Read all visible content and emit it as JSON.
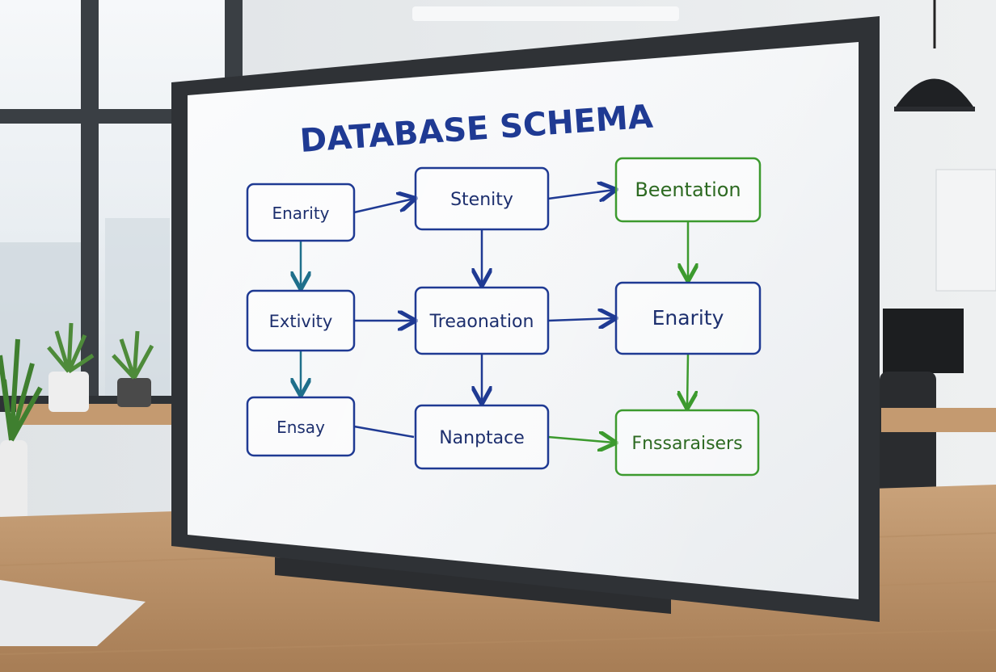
{
  "board": {
    "title": "DATABASE SCHEMA",
    "colors": {
      "blue": "#1f3a93",
      "green": "#3c9a2e",
      "teal": "#1f6f8b"
    },
    "nodes": [
      {
        "id": "n1",
        "label": "Enarity",
        "color": "blue"
      },
      {
        "id": "n2",
        "label": "Stenity",
        "color": "blue"
      },
      {
        "id": "n3",
        "label": "Beentation",
        "color": "green"
      },
      {
        "id": "n4",
        "label": "Extivity",
        "color": "blue"
      },
      {
        "id": "n5",
        "label": "Treaonation",
        "color": "blue"
      },
      {
        "id": "n6",
        "label": "Enarity",
        "color": "blue"
      },
      {
        "id": "n7",
        "label": "Ensay",
        "color": "blue"
      },
      {
        "id": "n8",
        "label": "Nanptace",
        "color": "blue"
      },
      {
        "id": "n9",
        "label": "Fnssaraisers",
        "color": "green"
      }
    ],
    "edges": [
      {
        "from": "n1",
        "to": "n2",
        "color": "blue"
      },
      {
        "from": "n2",
        "to": "n3",
        "color": "blue"
      },
      {
        "from": "n4",
        "to": "n5",
        "color": "blue"
      },
      {
        "from": "n5",
        "to": "n6",
        "color": "blue"
      },
      {
        "from": "n7",
        "to": "n8",
        "color": "blue"
      },
      {
        "from": "n8",
        "to": "n9",
        "color": "green"
      },
      {
        "from": "n1",
        "to": "n4",
        "color": "teal"
      },
      {
        "from": "n4",
        "to": "n7",
        "color": "teal"
      },
      {
        "from": "n2",
        "to": "n5",
        "color": "blue"
      },
      {
        "from": "n5",
        "to": "n8",
        "color": "blue"
      },
      {
        "from": "n3",
        "to": "n6",
        "color": "green"
      },
      {
        "from": "n6",
        "to": "n9",
        "color": "green"
      }
    ]
  }
}
